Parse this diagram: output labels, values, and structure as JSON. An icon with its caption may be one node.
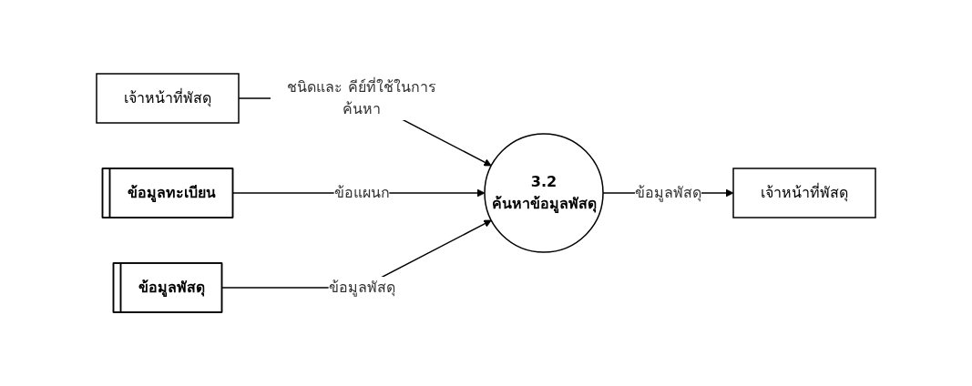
{
  "diagram": {
    "nodes": [
      {
        "text": [
          "เจ้าหน้าที่พัสดุ"
        ]
      },
      {
        "text": [
          "3.2",
          "ค้นหาข้อมูลพัสดุ"
        ]
      },
      {
        "text": [
          "เจ้าหน้าที่พัสดุ"
        ]
      },
      {
        "text": [
          "ข้อมูลพัสดุ"
        ]
      },
      {
        "text": [
          "ข้อมูลทะเบียน"
        ]
      }
    ],
    "edges": [
      {
        "from": 0,
        "to": 1,
        "arrow": "to",
        "label": "ชนิดและ คีย์ที่ใช้ในการค้นหา"
      },
      {
        "from": 1,
        "to": 2,
        "arrow": "to",
        "label": "ข้อมูลพัสดุ"
      },
      {
        "from": 4,
        "to": 1,
        "arrow": "to",
        "label": "ข้อแผนก"
      },
      {
        "from": 3,
        "to": 1,
        "arrow": "to",
        "label": "ข้อมูลพัสดุ"
      }
    ]
  }
}
